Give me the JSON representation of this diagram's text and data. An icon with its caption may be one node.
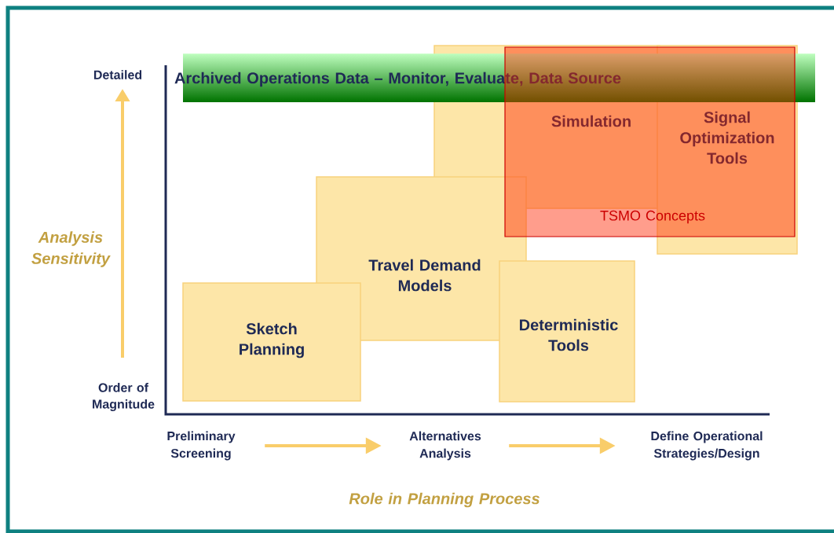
{
  "diagram": {
    "nodes": [
      {
        "text": [
          "Archived Operations Data – Monitor, Evaluate, Data Source"
        ]
      },
      {
        "text": [
          "Simulation"
        ]
      },
      {
        "text": [
          "Signal Optimization Tools"
        ]
      },
      {
        "text": [
          "Travel Demand Models"
        ]
      },
      {
        "text": [
          "Sketch Planning"
        ]
      },
      {
        "text": [
          "Deterministic Tools"
        ]
      },
      {
        "text": [
          "TSMO Concepts"
        ]
      },
      {
        "text": [
          "Preliminary Screening"
        ]
      },
      {
        "text": [
          "Alternatives Analysis"
        ]
      },
      {
        "text": [
          "Define Operational Strategies/Design"
        ]
      }
    ],
    "edges": [
      {
        "from": 7,
        "to": 8,
        "arrow": "to"
      },
      {
        "from": 8,
        "to": 9,
        "arrow": "to"
      }
    ],
    "labels": [
      "Detailed",
      "Analysis Sensitivity",
      "Order of Magnitude",
      "Role in Planning Process"
    ]
  }
}
